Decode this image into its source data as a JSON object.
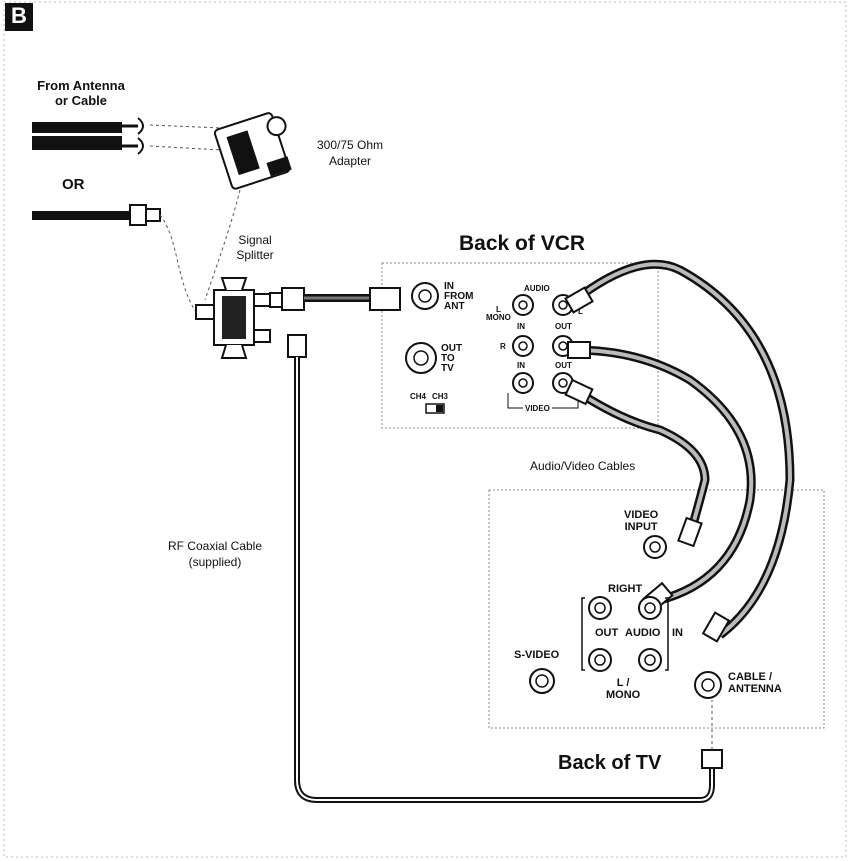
{
  "figure": {
    "badge": "B",
    "source": {
      "line1": "From Antenna",
      "line2": "or Cable"
    },
    "or_label": "OR",
    "adapter": {
      "line1": "300/75 Ohm",
      "line2": "Adapter"
    },
    "splitter": {
      "line1": "Signal",
      "line2": "Splitter"
    },
    "av_cables": "Audio/Video Cables",
    "rf_cable": {
      "line1": "RF Coaxial Cable",
      "line2": "(supplied)"
    }
  },
  "vcr": {
    "title": "Back of VCR",
    "in_from_ant": {
      "line1": "IN",
      "line2": "FROM",
      "line3": "ANT"
    },
    "out_to_tv": {
      "line1": "OUT",
      "line2": "TO",
      "line3": "TV"
    },
    "ch4": "CH4",
    "ch3": "CH3",
    "audio": "AUDIO",
    "l_mono": {
      "line1": "L",
      "line2": "MONO"
    },
    "l": "L",
    "r": "R",
    "in1": "IN",
    "out1": "OUT",
    "in2": "IN",
    "out2": "OUT",
    "video": "VIDEO"
  },
  "tv": {
    "title": "Back of TV",
    "video_input": {
      "line1": "VIDEO",
      "line2": "INPUT"
    },
    "right": "RIGHT",
    "out": "OUT",
    "audio": "AUDIO",
    "in": "IN",
    "s_video": "S-VIDEO",
    "l_mono": {
      "line1": "L /",
      "line2": "MONO"
    },
    "cable_antenna": {
      "line1": "CABLE /",
      "line2": "ANTENNA"
    }
  }
}
